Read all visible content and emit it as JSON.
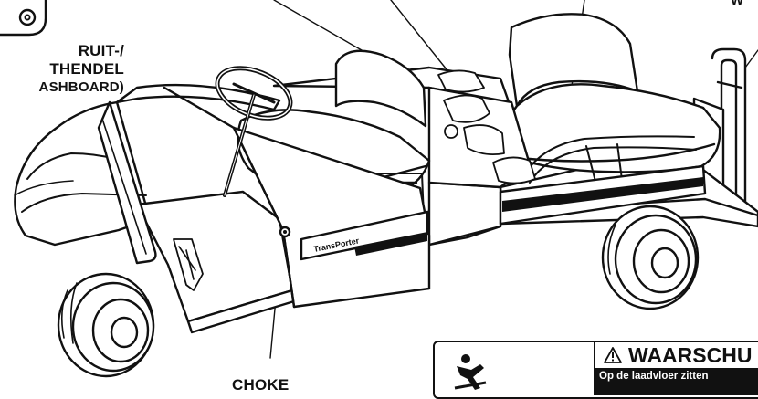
{
  "labels": {
    "switch_line1": "RUIT-/",
    "switch_line2": "THENDEL",
    "switch_line3": "ASHBOARD)",
    "choke": "CHOKE",
    "top_right": "W"
  },
  "cart_badge": "TransPorter",
  "warning": {
    "title": "WAARSCHU",
    "subtitle": "Op de laadvloer zitten"
  },
  "icons": {
    "alert": "warning-triangle-icon",
    "person": "falling-person-icon",
    "knob": "dashboard-knob-icon"
  }
}
